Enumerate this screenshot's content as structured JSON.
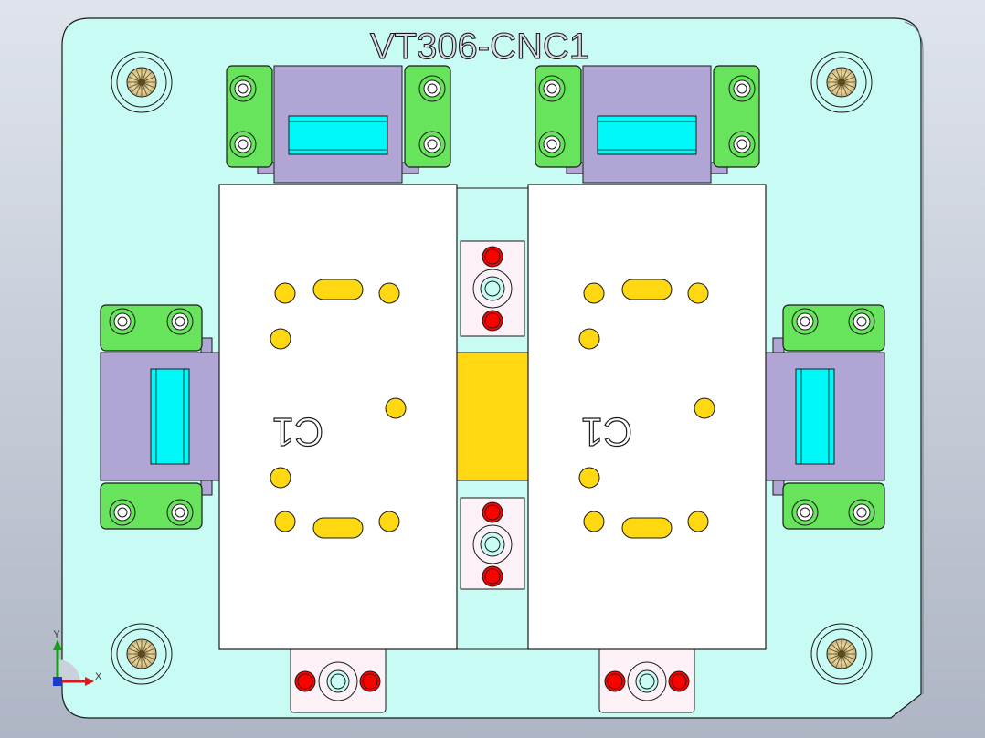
{
  "drawing": {
    "title": "VT306-CNC1",
    "part_mark": "C1",
    "axis_x_label": "X",
    "axis_y_label": "Y"
  },
  "colors": {
    "background_top": "#dfe4ec",
    "background_bottom": "#aeb5c4",
    "base_plate": "#c8fbf4",
    "mount_block": "#b1a5d5",
    "clamp": "#67e35c",
    "clamp_window": "#00f8f8",
    "workpiece": "#ffffff",
    "locator_pin": "#ffd811",
    "center_spacer": "#ffd811",
    "hole_red": "#ff0000",
    "pink_block": "#fcf1f6",
    "screw_gold": "#e0c98f"
  }
}
